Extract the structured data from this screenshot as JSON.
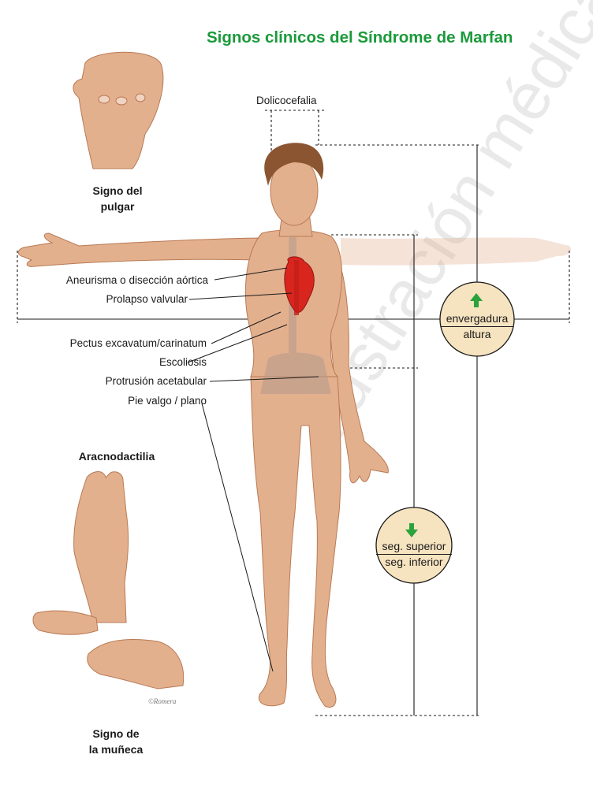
{
  "title": "Signos clínicos del Síndrome de Marfan",
  "captions": {
    "thumb_sign": [
      "Signo del",
      "pulgar"
    ],
    "arachnodactyly": "Aracnodactilia",
    "wrist_sign": [
      "Signo de",
      "la muñeca"
    ]
  },
  "labels": {
    "dolichocephaly": "Dolicocefalia",
    "aortic": "Aneurisma o disección aórtica",
    "valve": "Prolapso valvular",
    "pectus": "Pectus excavatum/carinatum",
    "scoliosis": "Escoliosis",
    "acetabular": "Protrusión acetabular",
    "foot": "Pie valgo / plano"
  },
  "ratios": {
    "span_height": {
      "numerator": "envergadura",
      "denominator": "altura",
      "arrow": "up"
    },
    "segments": {
      "numerator": "seg. superior",
      "denominator": "seg. inferior",
      "arrow": "down"
    }
  },
  "watermark": "ilustración médica",
  "credit": "©Romera",
  "colors": {
    "title": "#1a9a3a",
    "skin": "#e3b08e",
    "skin_shade": "#c98b66",
    "hair": "#8a5530",
    "heart": "#d8261f",
    "ratio_circle": "#f6e3bf",
    "arrow_green": "#2aa33c",
    "watermark": "#e6e6e6"
  }
}
